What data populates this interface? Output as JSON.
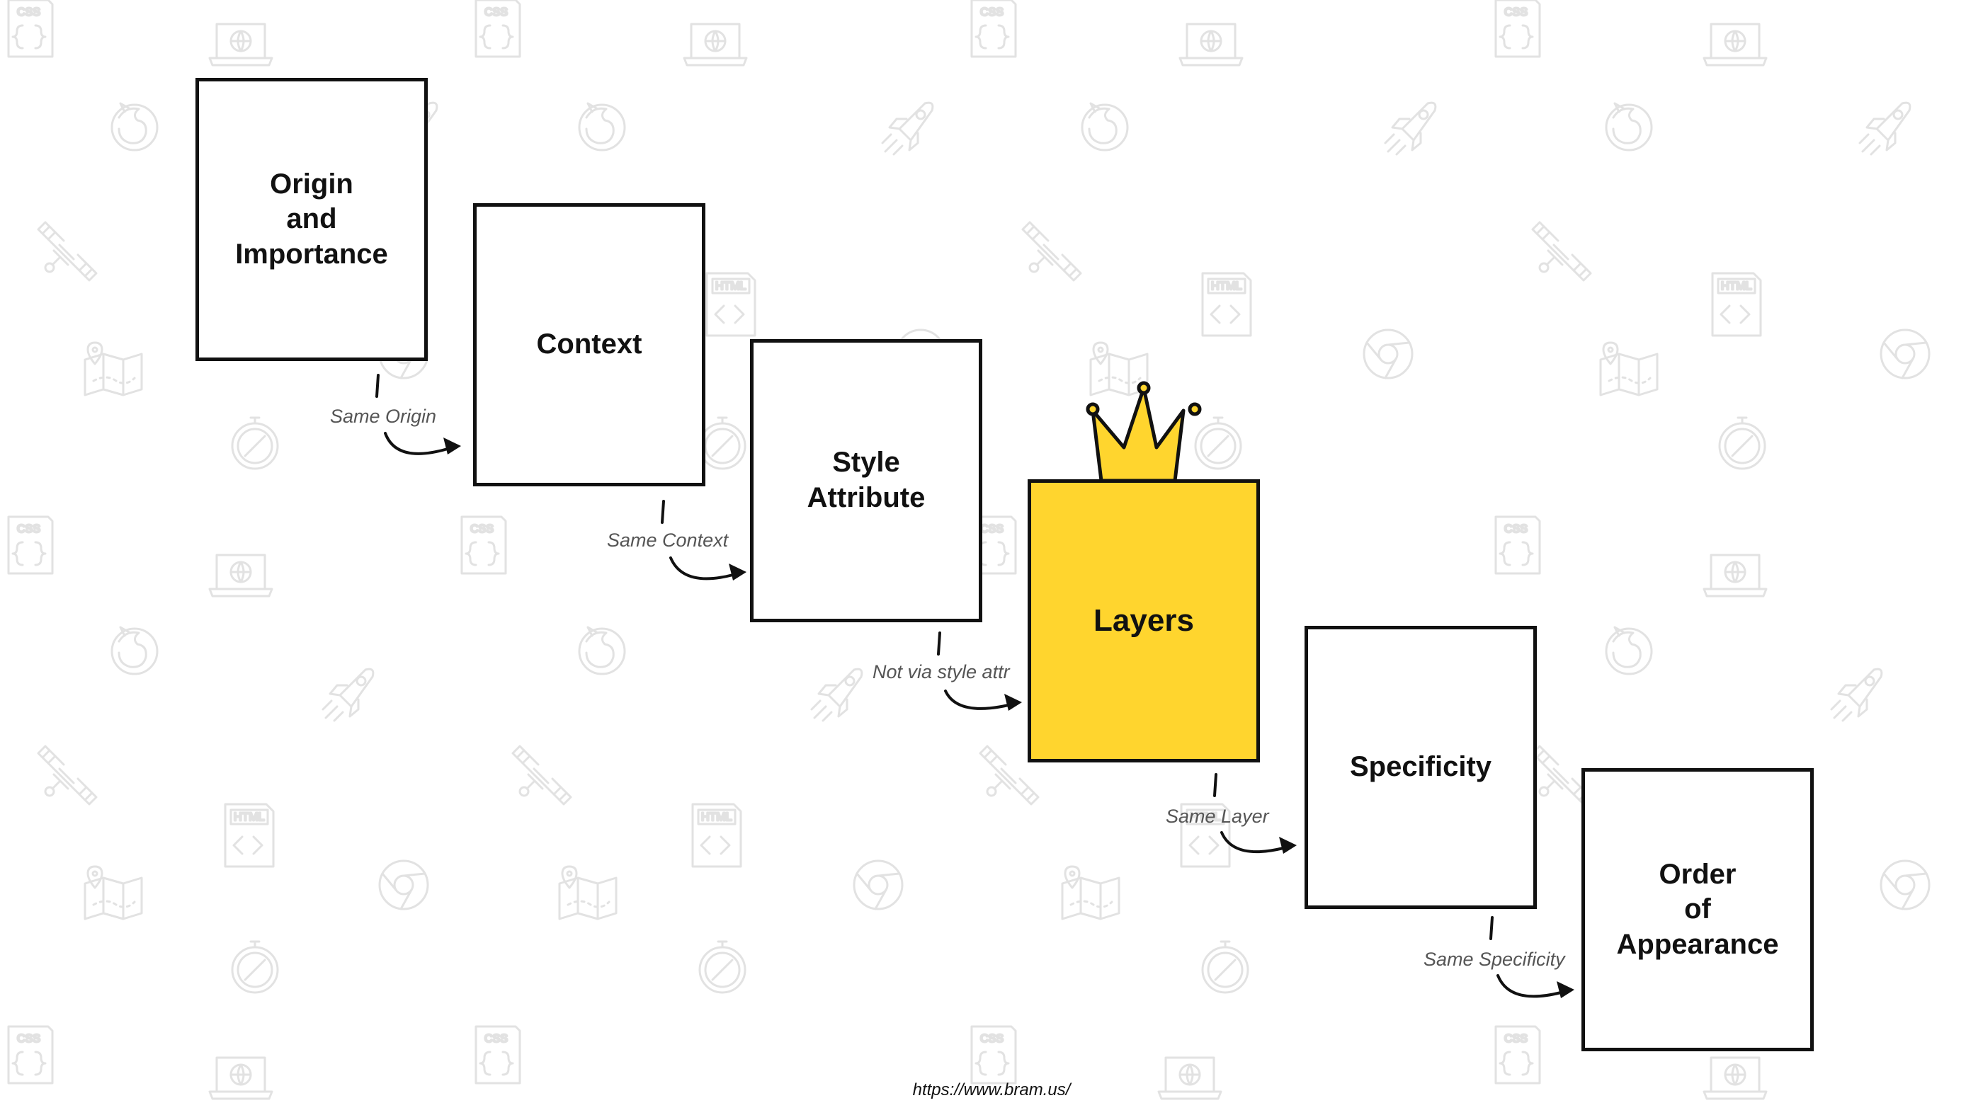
{
  "diagram": {
    "steps": [
      {
        "label": "Origin\nand\nImportance"
      },
      {
        "label": "Context"
      },
      {
        "label": "Style\nAttribute"
      },
      {
        "label": "Layers"
      },
      {
        "label": "Specificity"
      },
      {
        "label": "Order\nof\nAppearance"
      }
    ],
    "transitions": [
      {
        "label": "Same Origin"
      },
      {
        "label": "Same Context"
      },
      {
        "label": "Not via style attr"
      },
      {
        "label": "Same Layer"
      },
      {
        "label": "Same Specificity"
      }
    ],
    "highlighted_step": "Layers",
    "highlight_icon": "crown-icon"
  },
  "colors": {
    "highlight_fill": "#FFD52E",
    "box_border": "#111111",
    "box_fill": "#FFFFFF",
    "background_icons": "#E2E2E2"
  },
  "background": {
    "icon_types": [
      "css-file-icon",
      "laptop-globe-icon",
      "firefox-icon",
      "rocket-icon",
      "satellite-icon",
      "map-pin-icon",
      "compass-icon",
      "html-file-icon",
      "chrome-icon"
    ]
  },
  "footer": {
    "url": "https://www.bram.us/"
  }
}
